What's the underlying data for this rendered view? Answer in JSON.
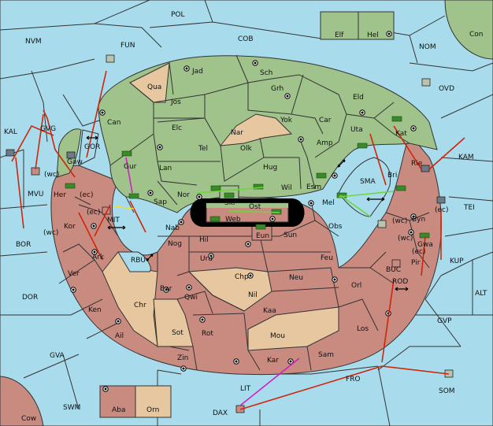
{
  "labels": {
    "POL": "POL",
    "NVM": "NVM",
    "FUN": "FUN",
    "COB": "COB",
    "Elf": "Elf",
    "Hel": "Hel",
    "Con": "Con",
    "NOM": "NOM",
    "OVD": "OVD",
    "KAL": "KAL",
    "GVG": "GVG",
    "GOR": "GOR",
    "Gaw": "Gaw",
    "wc1": "(wc)",
    "MVU": "MVU",
    "Her": "Her",
    "ec1": "(ec)",
    "Jad": "Jad",
    "Sch": "Sch",
    "Qua": "Qua",
    "Jos": "Jos",
    "Grh": "Grh",
    "Eld": "Eld",
    "Can": "Can",
    "Yok": "Yok",
    "Car": "Car",
    "Elc": "Elc",
    "Nar": "Nar",
    "Uta": "Uta",
    "Kat": "Kat",
    "Tel": "Tel",
    "Olk": "Olk",
    "Amp": "Amp",
    "Gur": "Gur",
    "Lan": "Lan",
    "Hug": "Hug",
    "Bri": "Bri",
    "Rie": "Rie",
    "KAM": "KAM",
    "Esm": "Esm",
    "SMA": "SMA",
    "Wil": "Wil",
    "Nor": "Nor",
    "Skr": "Skr",
    "Sap": "Sap",
    "Ost": "Ost",
    "Mel": "Mel",
    "Web": "Web",
    "ec2": "(ec)",
    "MIT": "MIT",
    "Kor": "Kor",
    "wc2": "(wc)",
    "BOR": "BOR",
    "Nab": "Nab",
    "Eun": "Eun",
    "Sun": "Sun",
    "Obs": "Obs",
    "Byn": "Byn",
    "ec3": "(ec)",
    "TEI": "TEI",
    "wc3": "(wc)",
    "wc4": "(wc)",
    "Hil": "Hil",
    "Nog": "Nog",
    "Ark": "Ark",
    "RBU": "RBU",
    "Uru": "Uru",
    "Feu": "Feu",
    "Gwa": "Gwa",
    "ec4": "(ec)",
    "Pir": "Pir",
    "BUC": "BUC",
    "KUP": "KUP",
    "Ver": "Ver",
    "Chp": "Chp",
    "Neu": "Neu",
    "Orl": "Orl",
    "ROD": "ROD",
    "ALT": "ALT",
    "DOR": "DOR",
    "Bar": "Bar",
    "Qwi": "Qwi",
    "Nil": "Nil",
    "Ken": "Ken",
    "Chr": "Chr",
    "Kaa": "Kaa",
    "GVP": "GVP",
    "Sot": "Sot",
    "Rot": "Rot",
    "Los": "Los",
    "Ail": "Ail",
    "Mou": "Mou",
    "GVA": "GVA",
    "Zin": "Zin",
    "Kar": "Kar",
    "Sam": "Sam",
    "FRO": "FRO",
    "LIT": "LIT",
    "SOM": "SOM",
    "SWM": "SWM",
    "Aba": "Aba",
    "Orn": "Orn",
    "DAX": "DAX",
    "Cow": "Cow"
  }
}
